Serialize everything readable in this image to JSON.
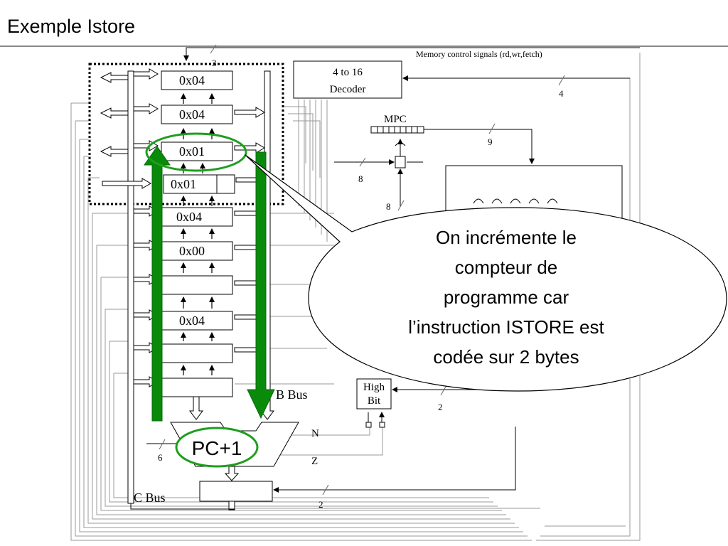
{
  "title": "Exemple Istore",
  "registers": [
    "0x04",
    "0x04",
    "0x01",
    "0x01",
    "0x04",
    "0x00",
    "",
    "0x04",
    "",
    ""
  ],
  "decoder": {
    "line1": "4 to 16",
    "line2": "Decoder"
  },
  "memory_signals": "Memory control signals (rd,wr,fetch)",
  "mpc_label": "MPC",
  "bus_widths": {
    "top": "3",
    "decoder_in": "4",
    "mpc": "9",
    "mux_in": "8",
    "mux_out": "8",
    "high_bit": "2",
    "alu_ctrl": "6",
    "shifter": "2"
  },
  "high_bit": {
    "line1": "High",
    "line2": "Bit"
  },
  "b_bus": "B Bus",
  "c_bus": "C Bus",
  "alu_label": "PC+1",
  "flags": {
    "n": "N",
    "z": "Z"
  },
  "callout": [
    "On incrémente le",
    "compteur de",
    "programme car",
    "l’instruction ISTORE est",
    "codée sur 2 bytes"
  ],
  "colors": {
    "highlight": "#1f9e1f",
    "flow_arrow": "#0a8a0a"
  }
}
